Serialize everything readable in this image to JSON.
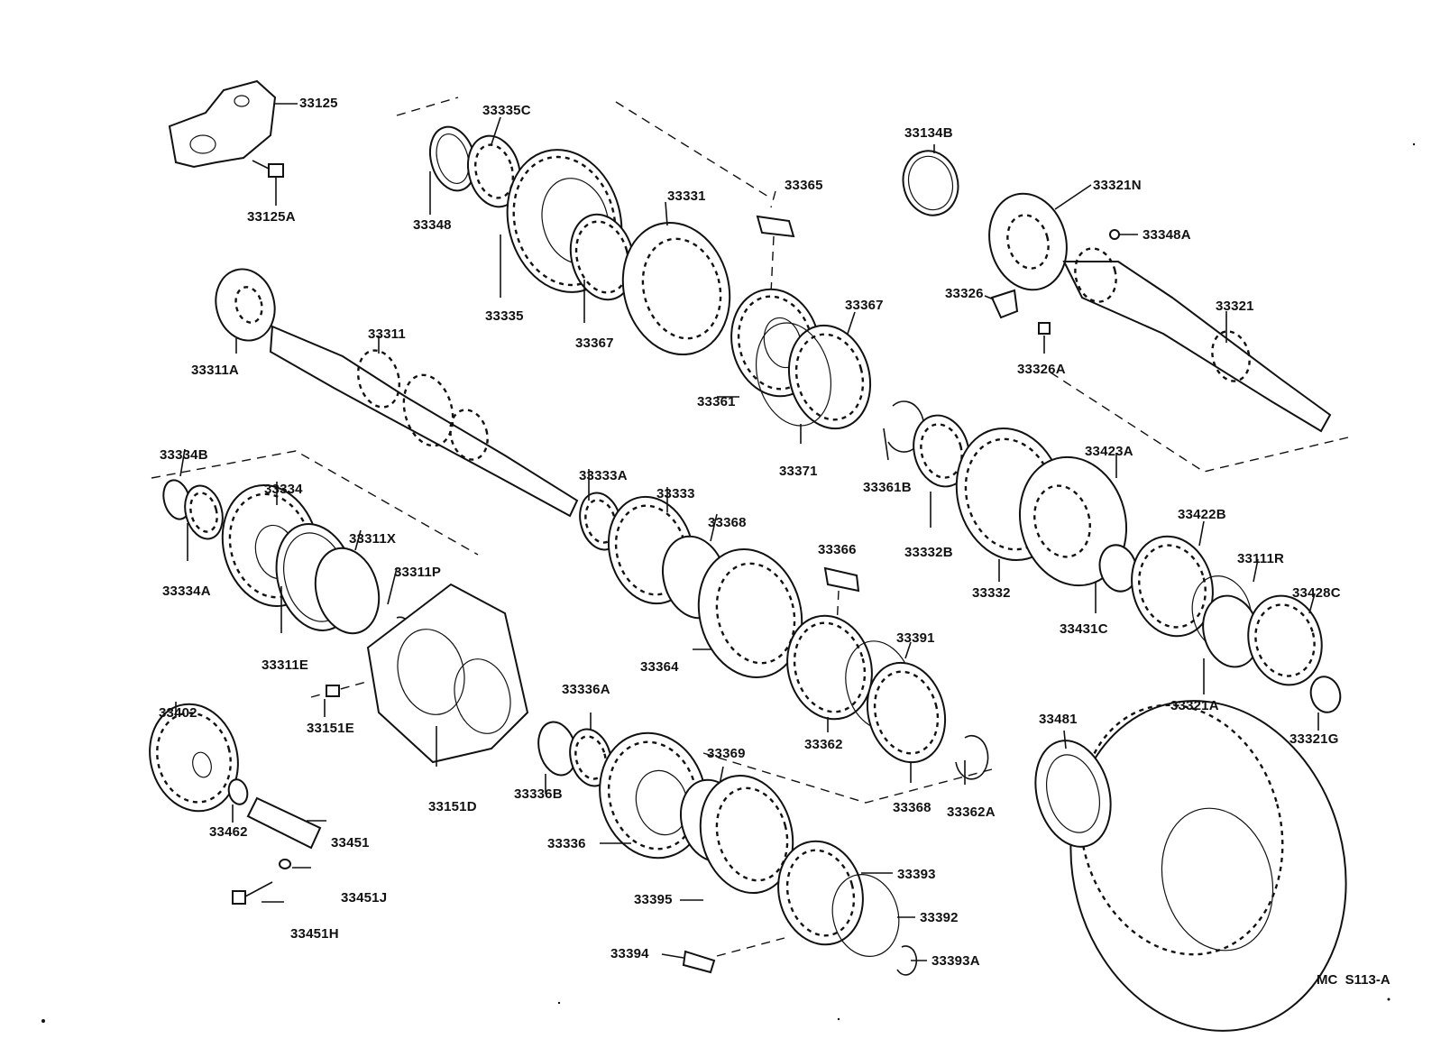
{
  "diagram": {
    "code": "MC  S113-A",
    "labels": {
      "p33125": "33125",
      "p33125A": "33125A",
      "p33335C": "33335C",
      "p33348": "33348",
      "p33335": "33335",
      "p33331": "33331",
      "p33367a": "33367",
      "p33365": "33365",
      "p33367b": "33367",
      "p33361": "33361",
      "p33371": "33371",
      "p33361B": "33361B",
      "p33134B": "33134B",
      "p33321N": "33321N",
      "p33348A": "33348A",
      "p33326": "33326",
      "p33321": "33321",
      "p33326A": "33326A",
      "p33311": "33311",
      "p33311A": "33311A",
      "p33334B": "33334B",
      "p33334": "33334",
      "p33334A": "33334A",
      "p33311X": "33311X",
      "p33311P": "33311P",
      "p33311E": "33311E",
      "p33333A": "33333A",
      "p33333": "33333",
      "p33368a": "33368",
      "p33366": "33366",
      "p33364": "33364",
      "p33391": "33391",
      "p33362": "33362",
      "p33368b": "33368",
      "p33362A": "33362A",
      "p33332B": "33332B",
      "p33332": "33332",
      "p33423A": "33423A",
      "p33431C": "33431C",
      "p33422B": "33422B",
      "p33111R": "33111R",
      "p33428C": "33428C",
      "p33321A": "33321A",
      "p33321G": "33321G",
      "p33402": "33402",
      "p33462": "33462",
      "p33451": "33451",
      "p33451J": "33451J",
      "p33451H": "33451H",
      "p33151E": "33151E",
      "p33151D": "33151D",
      "p33336A": "33336A",
      "p33336B": "33336B",
      "p33336": "33336",
      "p33369": "33369",
      "p33395": "33395",
      "p33393": "33393",
      "p33392": "33392",
      "p33394": "33394",
      "p33393A": "33393A",
      "p33481": "33481"
    }
  }
}
